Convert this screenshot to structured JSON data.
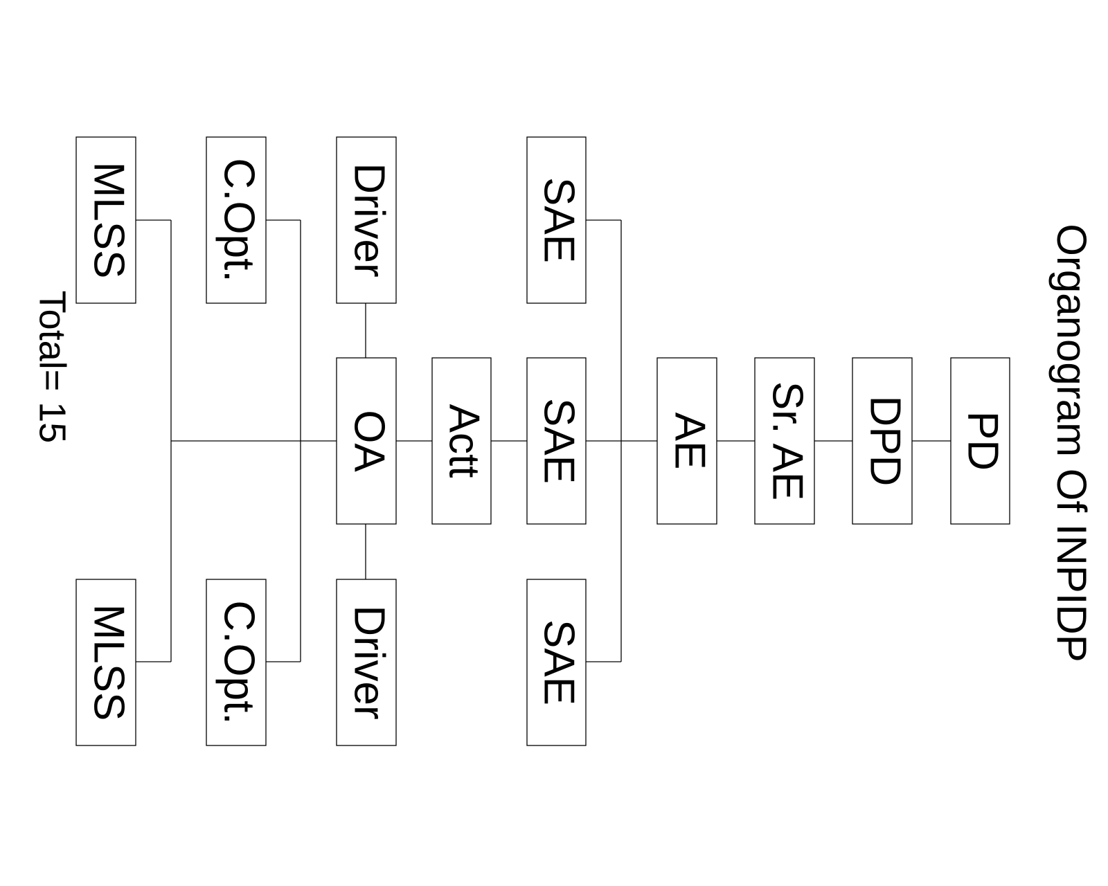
{
  "title": "Organogram Of INPIDP",
  "total_label": "Total= 15",
  "positions": {
    "pd": "PD",
    "dpd": "DPD",
    "sr_ae": "Sr. AE",
    "ae": "AE",
    "sae_top": "SAE",
    "sae_center": "SAE",
    "sae_bottom": "SAE",
    "actt": "Actt",
    "oa": "OA",
    "driver_top": "Driver",
    "driver_bottom": "Driver",
    "c_opt_top": "C.Opt.",
    "c_opt_bottom": "C.Opt.",
    "mlss_top": "MLSS",
    "mlss_bottom": "MLSS"
  },
  "colors": {
    "line": "#000000",
    "box_fill": "#ffffff",
    "text": "#000000"
  }
}
